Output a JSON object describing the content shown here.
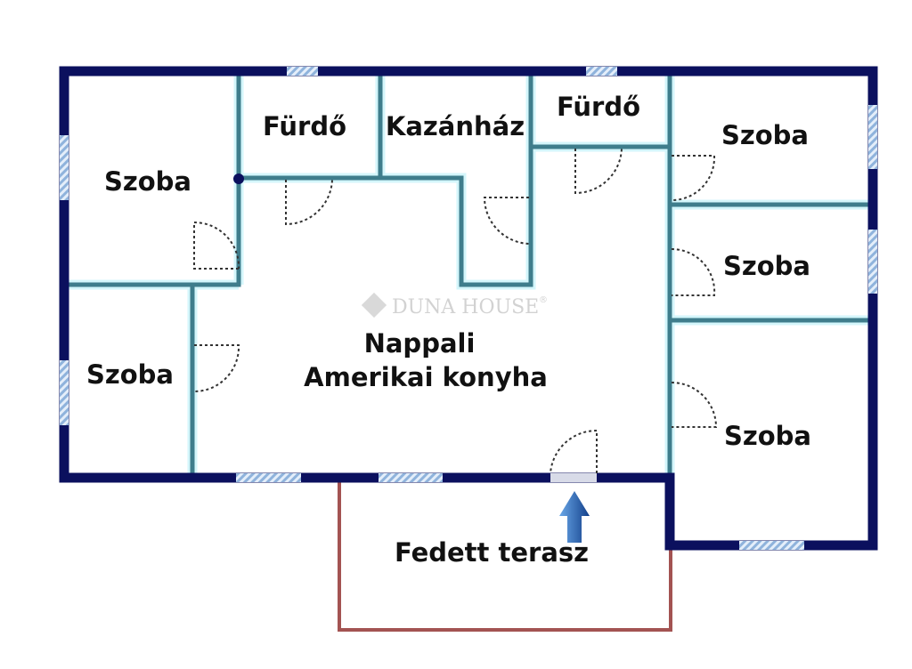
{
  "rooms": {
    "szoba_top_left": "Szoba",
    "furdo_1": "Fürdő",
    "kazanhaz": "Kazánház",
    "furdo_2": "Fürdő",
    "szoba_top_right": "Szoba",
    "szoba_mid_right": "Szoba",
    "szoba_left": "Szoba",
    "nappali": "Nappali",
    "amerikai_konyha": "Amerikai konyha",
    "szoba_bottom_right": "Szoba",
    "terasz": "Fedett terasz"
  },
  "watermark": {
    "text": "DUNA HOUSE",
    "mark": "®"
  },
  "colors": {
    "outer_wall": "#0b105e",
    "inner_wall": "#3f7d8c",
    "terrace": "#a35352",
    "entrance_arrow": "#1f5fa8"
  }
}
